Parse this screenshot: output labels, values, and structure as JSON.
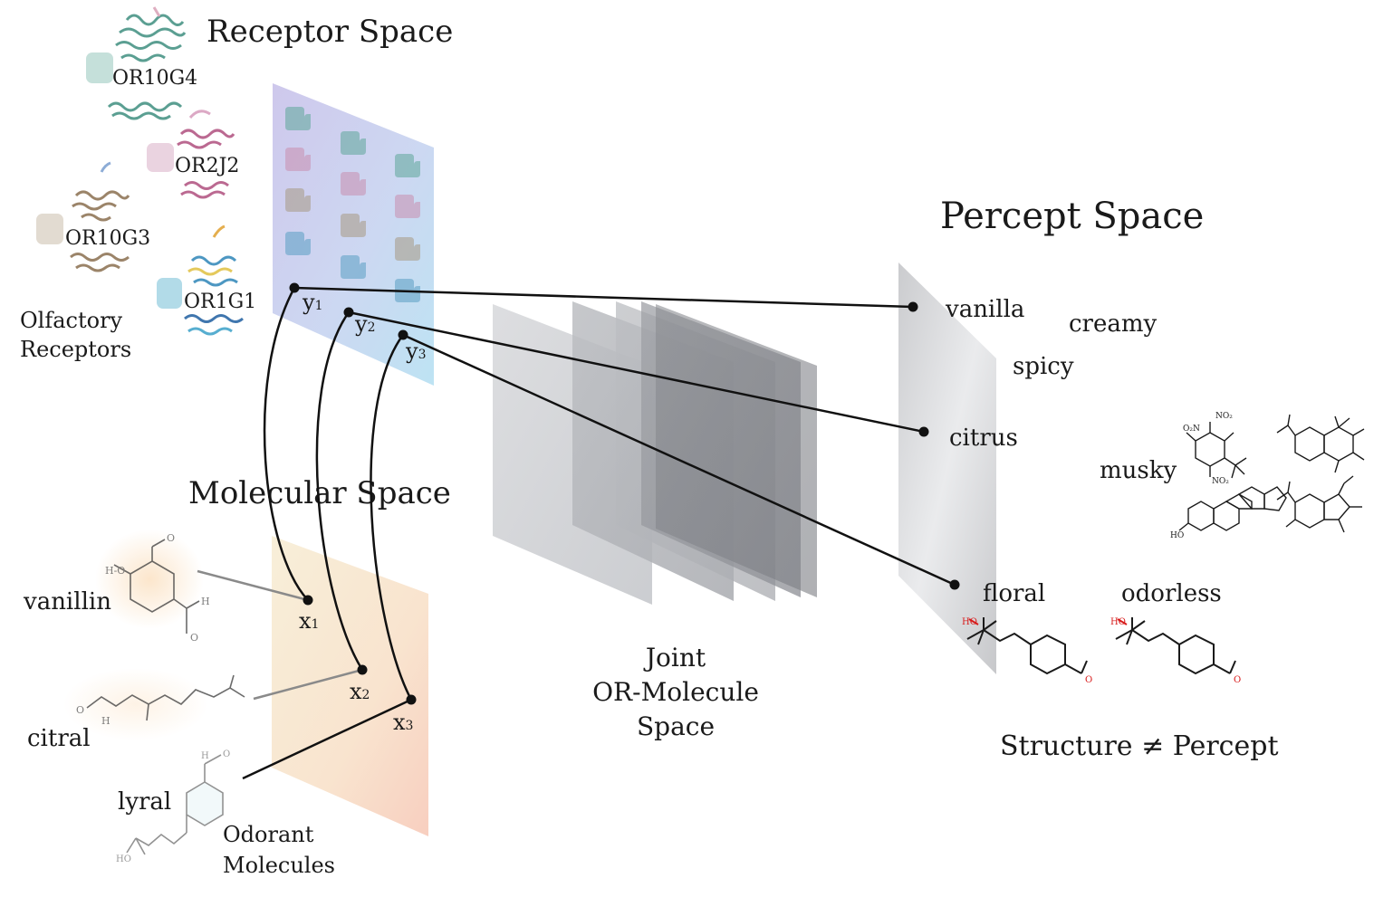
{
  "receptor_space": {
    "title": "Receptor Space",
    "receptors": [
      {
        "name": "OR10G4",
        "color": "#3f8f80"
      },
      {
        "name": "OR2J2",
        "color": "#b0507e"
      },
      {
        "name": "OR10G3",
        "color": "#8a6f50"
      },
      {
        "name": "OR1G1",
        "color": "#2f86b8"
      }
    ],
    "caption_line1": "Olfactory",
    "caption_line2": "Receptors",
    "points": [
      {
        "label": "y",
        "sub": "1"
      },
      {
        "label": "y",
        "sub": "2"
      },
      {
        "label": "y",
        "sub": "3"
      }
    ]
  },
  "molecular_space": {
    "title": "Molecular Space",
    "molecules": [
      {
        "name": "vanillin"
      },
      {
        "name": "citral"
      },
      {
        "name": "lyral"
      }
    ],
    "caption_line1": "Odorant",
    "caption_line2": "Molecules",
    "points": [
      {
        "label": "x",
        "sub": "1"
      },
      {
        "label": "x",
        "sub": "2"
      },
      {
        "label": "x",
        "sub": "3"
      }
    ]
  },
  "joint_space": {
    "line1": "Joint",
    "line2": "OR-Molecule",
    "line3": "Space"
  },
  "percept_space": {
    "title": "Percept Space",
    "descriptors": [
      "vanilla",
      "creamy",
      "spicy",
      "citrus",
      "musky",
      "floral",
      "odorless"
    ],
    "caption": "Structure ≠ Percept"
  },
  "colors": {
    "receptor_plane": "#b9c3ea",
    "molecular_plane": "#f3d9b8",
    "joint_plane": "#9a9da3",
    "percept_plane": "#d2d3d6",
    "connector": "#111111",
    "hydroxyl_red": "#d81b1b"
  }
}
